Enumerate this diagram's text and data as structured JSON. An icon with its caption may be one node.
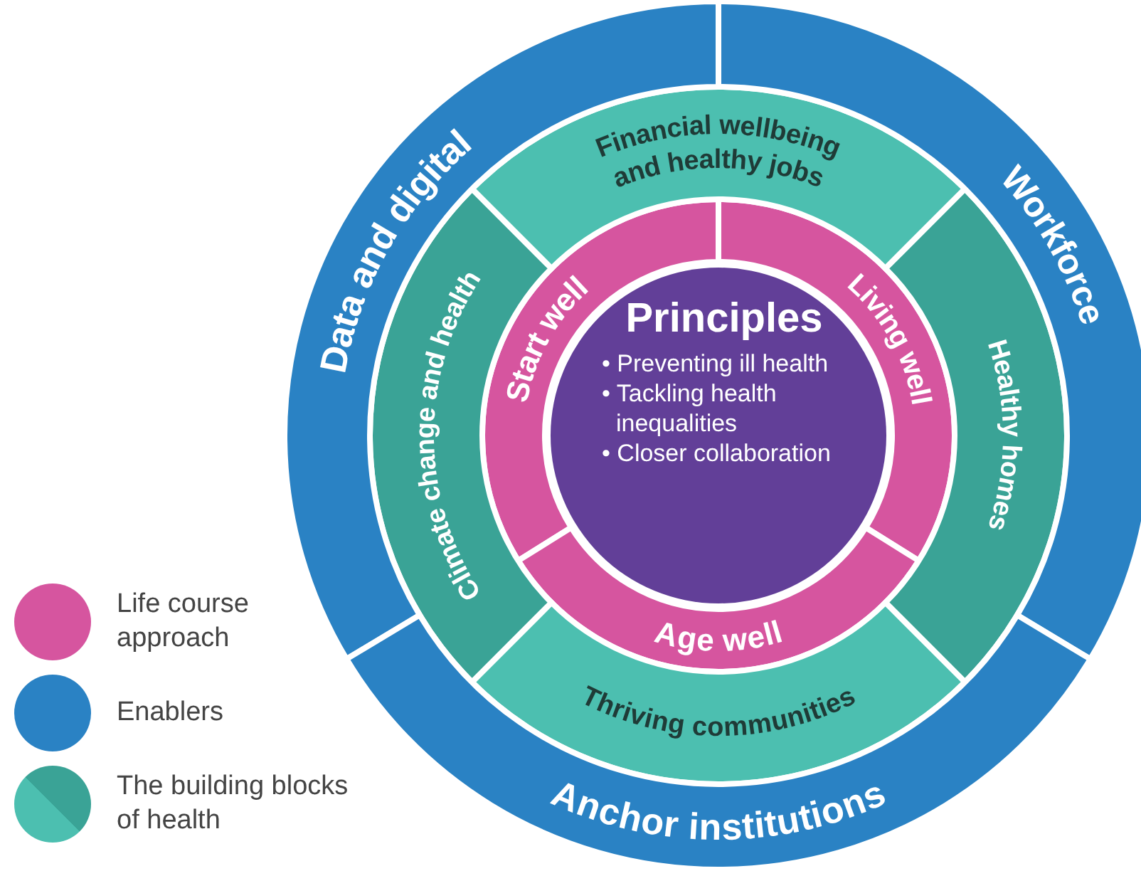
{
  "diagram": {
    "nodes": [
      {
        "text": [
          "Principles",
          "• Preventing ill health",
          "• Tackling health inequalities",
          "• Closer collaboration"
        ]
      },
      {
        "text": [
          "Start well"
        ]
      },
      {
        "text": [
          "Living well"
        ]
      },
      {
        "text": [
          "Age well"
        ]
      },
      {
        "text": [
          "Financial wellbeing and healthy jobs"
        ]
      },
      {
        "text": [
          "Healthy homes"
        ]
      },
      {
        "text": [
          "Thriving communities"
        ]
      },
      {
        "text": [
          "Climate change and health"
        ]
      },
      {
        "text": [
          "Data and digital"
        ]
      },
      {
        "text": [
          "Workforce"
        ]
      },
      {
        "text": [
          "Anchor institutions"
        ]
      }
    ],
    "legend": [
      {
        "text": "Life course approach",
        "color": "#d6559f"
      },
      {
        "text": "Enablers",
        "color": "#2a82c4"
      },
      {
        "text": "The building blocks of health"
      }
    ]
  }
}
